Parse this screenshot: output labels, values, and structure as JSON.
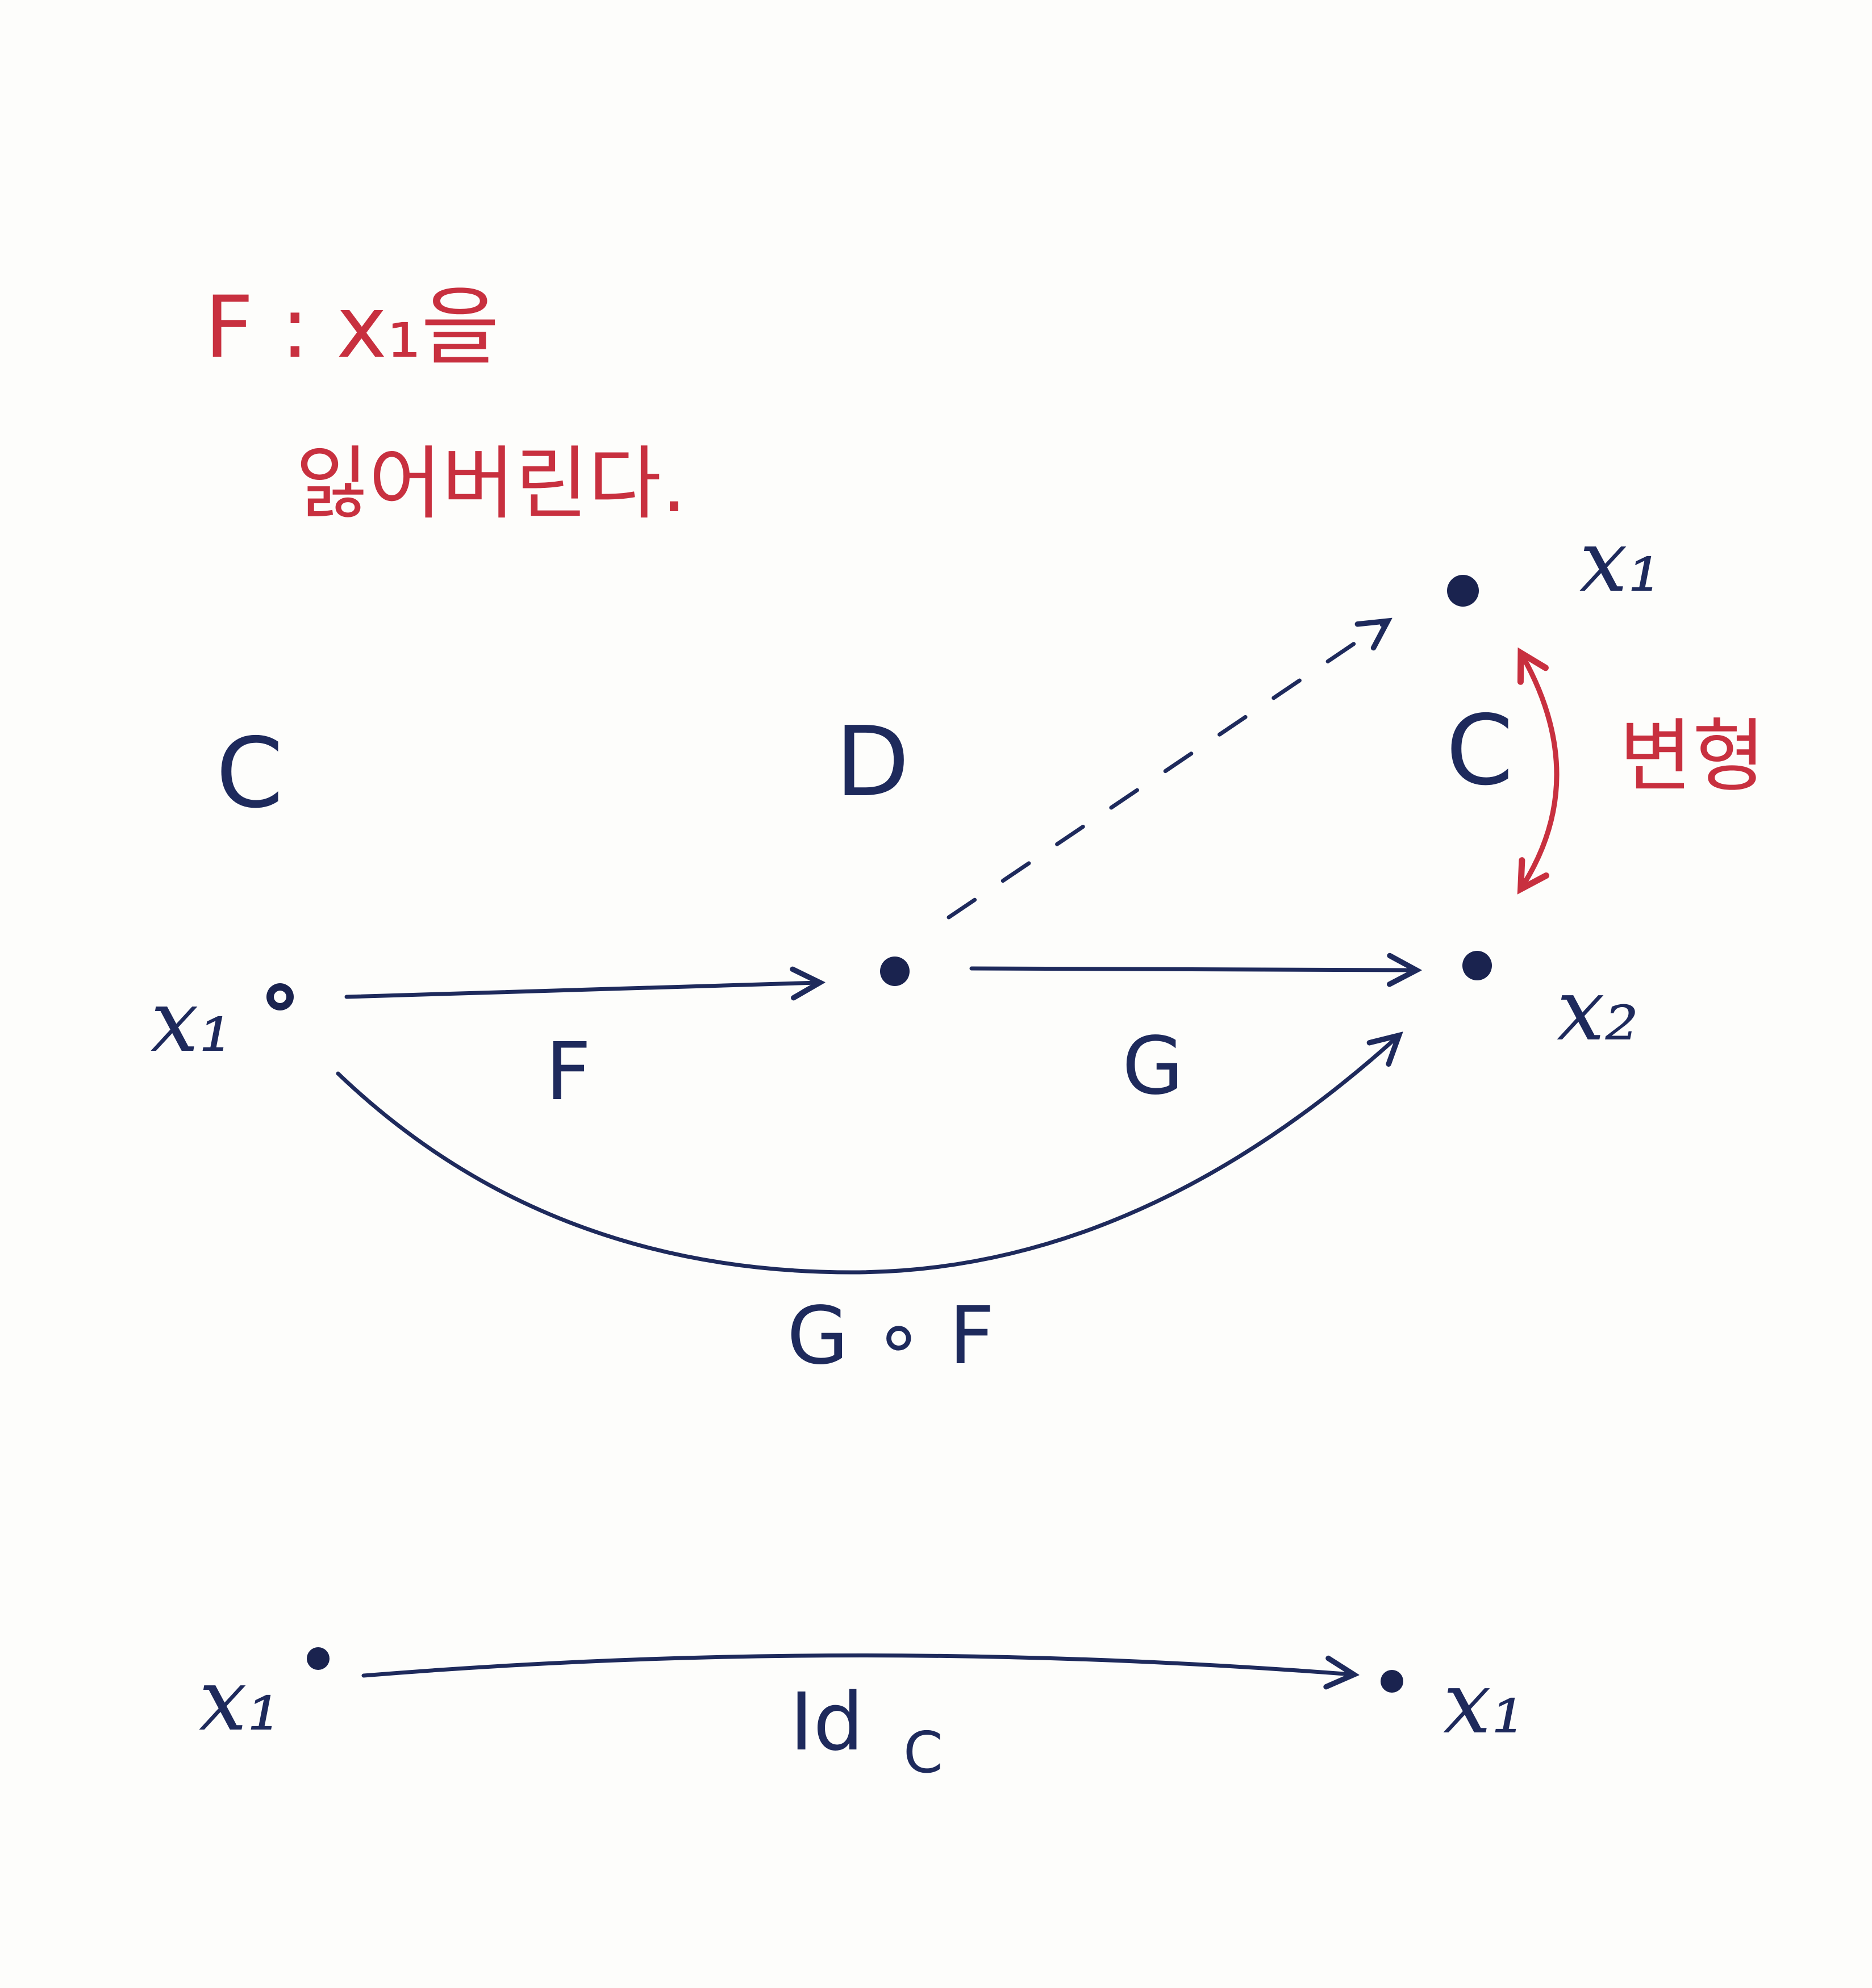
{
  "colors": {
    "ink_blue": "#1e2a5c",
    "ink_red": "#c8303f",
    "paper": "#fdfdfb"
  },
  "note": {
    "line1": "F : x₁을",
    "line2": "잃어버린다."
  },
  "categories": {
    "left": "C",
    "middle": "D",
    "right": "C"
  },
  "objects": {
    "left_x1": "x₁",
    "right_top_x1": "x₁",
    "right_x2": "x₂",
    "bottom_left_x1": "x₁",
    "bottom_right_x1": "x₁"
  },
  "morphisms": {
    "F": "F",
    "G": "G",
    "composite": "G ∘ F",
    "identity": "Id",
    "identity_subscript": "C"
  },
  "annotation": {
    "transform": "변형"
  }
}
